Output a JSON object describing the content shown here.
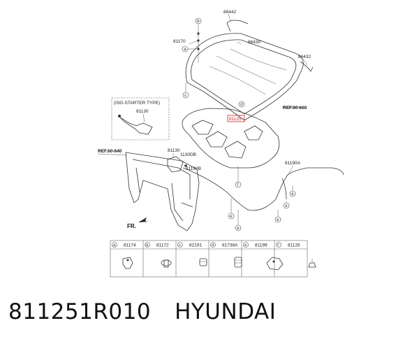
{
  "diagram": {
    "callouts": {
      "p86442": "86442",
      "p81170": "81170",
      "p86430": "86430",
      "p86432": "86432",
      "ref_top": "REF.60-660",
      "isg_title": "(ISG-STARTER TYPE)",
      "p81130_isg": "81130",
      "p81125": "81125",
      "ref_left": "REF.60-640",
      "p81130": "81130",
      "p1130DB": "1130DB",
      "p81190B": "81190B",
      "p81190A": "81190A",
      "fr": "FR."
    },
    "circle_letters": {
      "b": "b",
      "a": "a",
      "c": "c",
      "d": "d",
      "f": "f",
      "e": "e"
    },
    "legend": [
      {
        "letter": "a",
        "part": "81174"
      },
      {
        "letter": "b",
        "part": "81172"
      },
      {
        "letter": "c",
        "part": "82191"
      },
      {
        "letter": "d",
        "part": "81738A"
      },
      {
        "letter": "e",
        "part": "81199"
      },
      {
        "letter": "f",
        "part": "81126"
      }
    ],
    "colors": {
      "highlight": "#c62828",
      "line": "#333333"
    }
  },
  "caption": {
    "part_number": "811251R010",
    "brand": "HYUNDAI"
  }
}
